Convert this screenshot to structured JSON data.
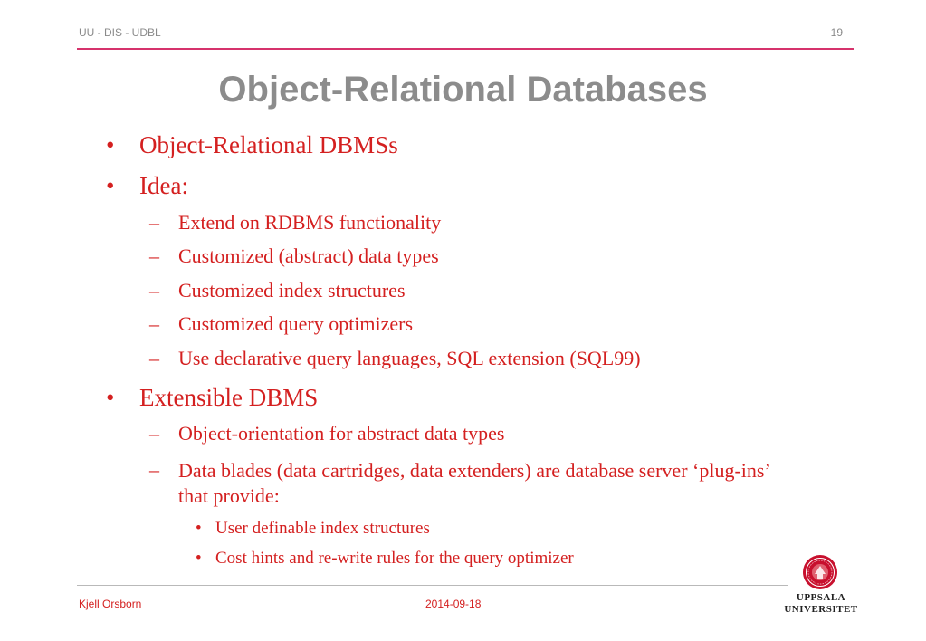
{
  "header": {
    "left": "UU - DIS - UDBL",
    "page_number": "19"
  },
  "title": "Object-Relational Databases",
  "bullets": [
    {
      "text": "Object-Relational DBMSs"
    },
    {
      "text": "Idea:"
    },
    {
      "text": "Extend on RDBMS functionality"
    },
    {
      "text": "Customized (abstract) data types"
    },
    {
      "text": "Customized index structures"
    },
    {
      "text": "Customized query optimizers"
    },
    {
      "text": "Use declarative query languages, SQL extension (SQL99)"
    },
    {
      "text": "Extensible DBMS"
    },
    {
      "text": "Object-orientation for abstract data types"
    },
    {
      "text": "Data blades (data cartridges, data extenders) are database server ‘plug-ins’ that provide:"
    },
    {
      "text": "User definable index structures"
    },
    {
      "text": "Cost hints and re-write rules for the query optimizer"
    }
  ],
  "footer": {
    "author": "Kjell Orsborn",
    "date": "2014-09-18"
  },
  "logo": {
    "line1": "UPPSALA",
    "line2": "UNIVERSITET"
  },
  "colors": {
    "accent_pink": "#d6336c",
    "body_red": "#d42020",
    "title_grey": "#8c8c8c"
  }
}
